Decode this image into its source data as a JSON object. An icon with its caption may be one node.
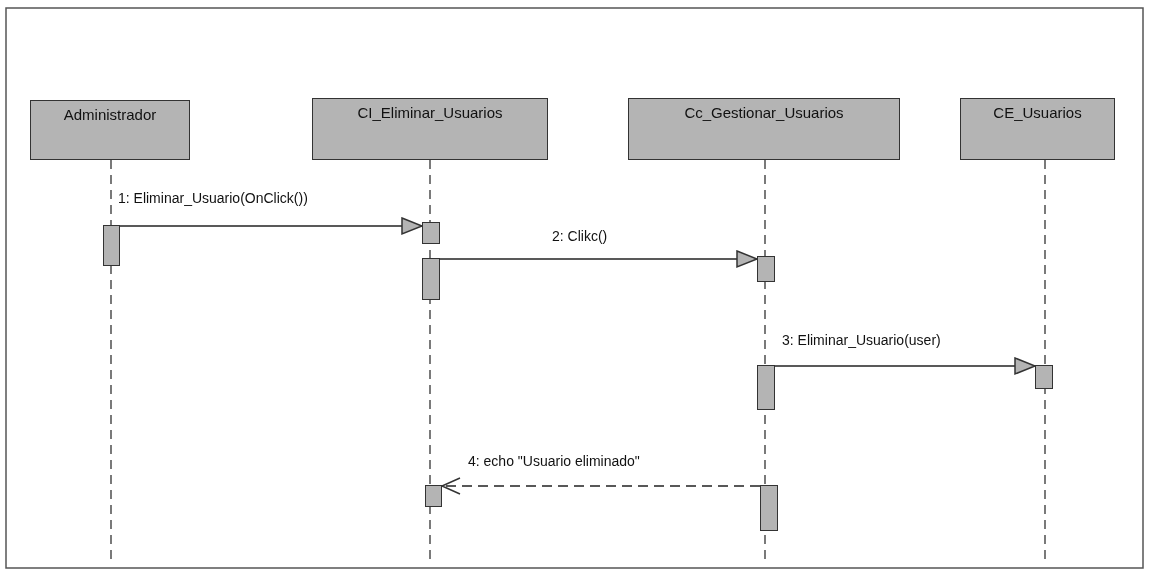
{
  "diagram": {
    "nodes": [
      {
        "text": [
          "Administrador"
        ]
      },
      {
        "text": [
          "CI_Eliminar_Usuarios"
        ]
      },
      {
        "text": [
          "Cc_Gestionar_Usuarios"
        ]
      },
      {
        "text": [
          "CE_Usuarios"
        ]
      },
      {
        "text": [],
        "shape": "bar"
      },
      {
        "text": [],
        "shape": "bar"
      },
      {
        "text": [],
        "shape": "bar"
      },
      {
        "text": [],
        "shape": "bar"
      },
      {
        "text": [],
        "shape": "bar"
      },
      {
        "text": [],
        "shape": "bar"
      },
      {
        "text": [],
        "shape": "bar"
      },
      {
        "text": [],
        "shape": "bar"
      }
    ],
    "edges": [
      {
        "from": 4,
        "to": 5,
        "arrow": "to",
        "label": "1: Eliminar_Usuario(OnClick())"
      },
      {
        "from": 6,
        "to": 7,
        "arrow": "to",
        "label": "2: Clikc()"
      },
      {
        "from": 8,
        "to": 9,
        "arrow": "to",
        "label": "3: Eliminar_Usuario(user)"
      },
      {
        "from": 11,
        "to": 10,
        "arrow": "to",
        "label": "4: echo \"Usuario eliminado\"",
        "style": "dashed"
      }
    ]
  }
}
